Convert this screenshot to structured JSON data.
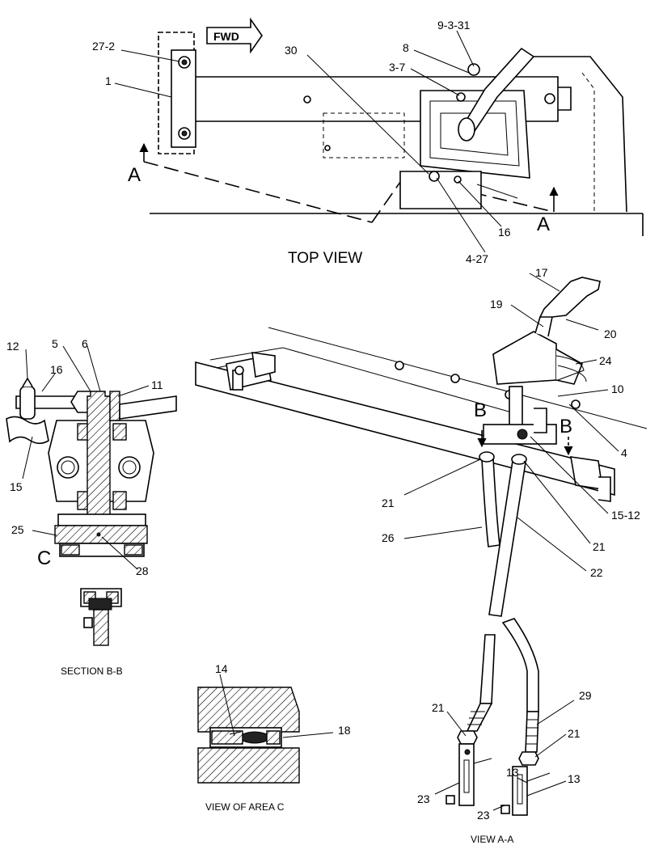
{
  "labels": {
    "fwd": "FWD",
    "top_view": "TOP VIEW",
    "section_bb": "SECTION B-B",
    "view_area_c": "VIEW OF AREA C",
    "view_aa": "VIEW A-A",
    "sec_a_left": "A",
    "sec_a_right": "A",
    "sec_b_left": "B",
    "sec_b_right": "B",
    "sec_c": "C"
  },
  "callouts": {
    "c27_2": "27-2",
    "c1": "1",
    "c30": "30",
    "c9_3_31": "9-3-31",
    "c8": "8",
    "c3_7": "3-7",
    "c16_top": "16",
    "c4_27": "4-27",
    "c17": "17",
    "c19": "19",
    "c20": "20",
    "c24": "24",
    "c10": "10",
    "c4": "4",
    "c15_12": "15-12",
    "c21_a": "21",
    "c21_b": "21",
    "c26": "26",
    "c22": "22",
    "c12": "12",
    "c5": "5",
    "c6": "6",
    "c16_sec": "16",
    "c11": "11",
    "c15": "15",
    "c25": "25",
    "c28": "28",
    "c14": "14",
    "c18": "18",
    "c29": "29",
    "c21_c": "21",
    "c21_d": "21",
    "c13_a": "13",
    "c13_b": "13",
    "c23_a": "23",
    "c23_b": "23"
  }
}
